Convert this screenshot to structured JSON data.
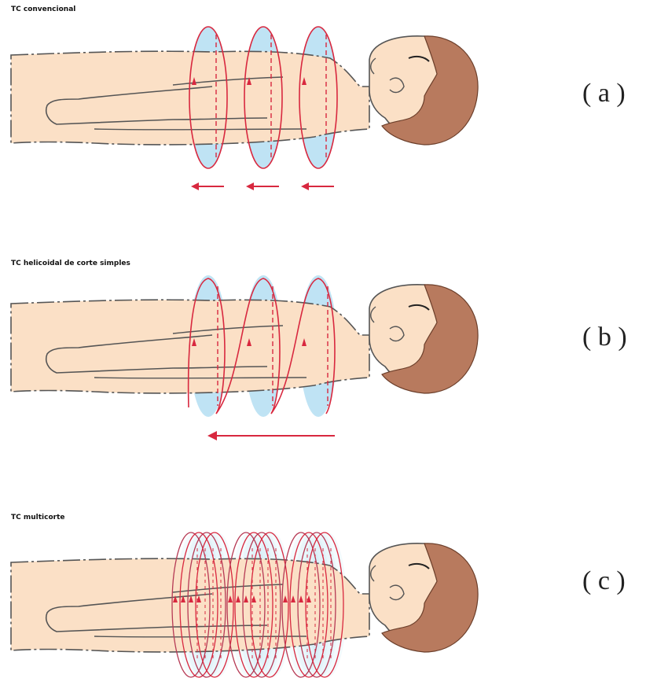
{
  "panels": [
    {
      "id": "a",
      "title": "TC convencional",
      "letter": "( a )",
      "mode": "conventional"
    },
    {
      "id": "b",
      "title": "TC helicoidal de corte simples",
      "letter": "( b )",
      "mode": "helical"
    },
    {
      "id": "c",
      "title": "TC multicorte",
      "letter": "( c )",
      "mode": "multislice"
    }
  ],
  "colors": {
    "skin": "#fbe0c6",
    "outline": "#555555",
    "hair": "#b87a5e",
    "beam": "#d8283f",
    "beam_fill": "#bfe3f4",
    "text": "#111111"
  }
}
